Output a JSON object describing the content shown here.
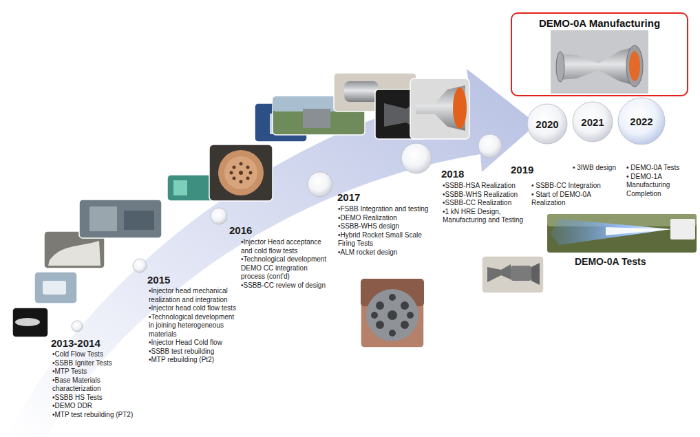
{
  "diagram": {
    "nodes": [
      {
        "text": [
          "DEMO-0A Manufacturing"
        ]
      },
      {
        "text": [
          "2020"
        ]
      },
      {
        "text": [
          "2021"
        ]
      },
      {
        "text": [
          "2022"
        ]
      }
    ],
    "labels": [
      "2013-2014",
      "•Cold Flow Tests",
      "•SSBB Igniter Tests",
      "•MTP Tests",
      "•Base Materials characterization",
      "•SSBB HS Tests",
      "•DEMO DDR",
      "•MTP test rebuilding (PT2)",
      "2015",
      "•Injector head mechanical realization and integration",
      "•Injector head cold flow tests",
      "•Technological development in joining heterogeneous materials",
      "•Injector Head Cold flow",
      "•SSBB test rebuilding",
      "•MTP rebuilding (Pt2)",
      "2016",
      "•Injector Head acceptance and cold flow tests",
      "•Technological development DEMO CC integration process (cont'd)",
      "•SSBB-CC review of design",
      "2017",
      "•FSBB Integration and testing",
      "•DEMO Realization",
      "•SSBB-WHS design",
      "•Hybrid Rocket Small Scale Firing Tests",
      "•ALM rocket design",
      "2018",
      "•SSBB-HSA Realization",
      "•SSBB-WHS Realization",
      "•SSBB-CC Realization",
      "•1 kN HRE Design, Manufacturing and Testing",
      "2019",
      "• SSBB-CC Integration",
      "• Start of DEMO-0A Realization",
      "• 3IWB design",
      "• DEMO-0A Tests",
      "• DEMO-1A Manufacturing Completion",
      "DEMO-0A Tests"
    ]
  }
}
